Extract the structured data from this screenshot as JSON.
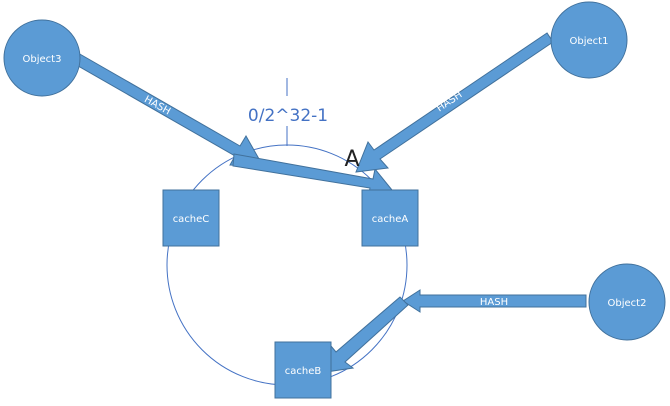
{
  "ring": {
    "label": "0/2^32-1",
    "marker_label": "A"
  },
  "objects": [
    {
      "id": "object3",
      "label": "Object3"
    },
    {
      "id": "object1",
      "label": "Object1"
    },
    {
      "id": "object2",
      "label": "Object2"
    }
  ],
  "caches": [
    {
      "id": "cachec",
      "label": "cacheC"
    },
    {
      "id": "cachea",
      "label": "cacheA"
    },
    {
      "id": "cacheb",
      "label": "cacheB"
    }
  ],
  "arrows": {
    "object3_label": "HASH",
    "object1_label": "HASH",
    "object2_label": "HASH"
  },
  "colors": {
    "node_fill": "#5b9bd5",
    "node_stroke": "#41719c",
    "arrow_fill": "#5b9bd5",
    "arrow_stroke": "#41719c",
    "ring_stroke": "#4472c4",
    "label_blue": "#4472c4",
    "text_light": "#ffffff",
    "text_dark": "#222222"
  }
}
